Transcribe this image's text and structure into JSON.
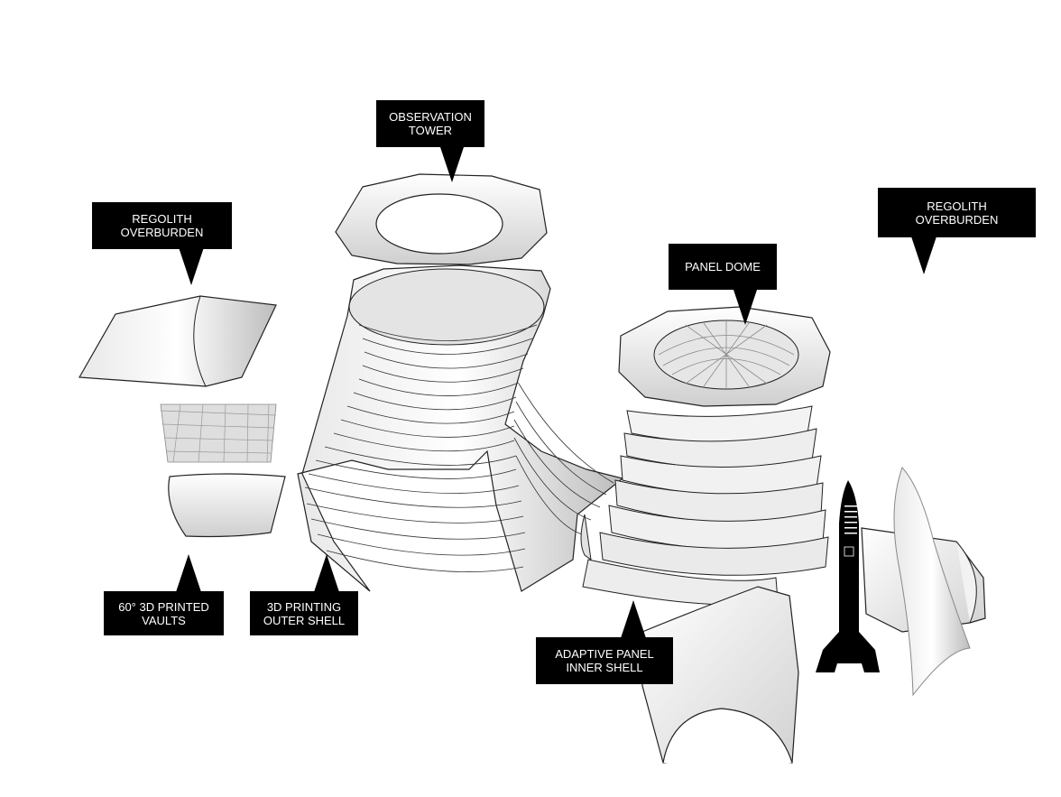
{
  "callouts": {
    "observation_tower": {
      "line1": "OBSERVATION",
      "line2": "TOWER"
    },
    "regolith_left": {
      "line1": "REGOLITH",
      "line2": "OVERBURDEN"
    },
    "regolith_right": {
      "line1": "REGOLITH",
      "line2": "OVERBURDEN"
    },
    "panel_dome": {
      "line1": "PANEL DOME"
    },
    "printed_vaults": {
      "line1": "60° 3D PRINTED",
      "line2": "VAULTS"
    },
    "printing_shell": {
      "line1": "3D PRINTING",
      "line2": "OUTER SHELL"
    },
    "adaptive_panel": {
      "line1": "ADAPTIVE PANEL",
      "line2": "INNER SHELL"
    }
  },
  "colors": {
    "label_bg": "#000000",
    "label_text": "#ffffff",
    "stroke": "#222222",
    "fill_light": "#f4f4f4",
    "fill_shade": "#c8c8c8"
  },
  "icons": [
    "rocket-icon",
    "dome-lattice-icon",
    "lattice-mesh-icon"
  ]
}
